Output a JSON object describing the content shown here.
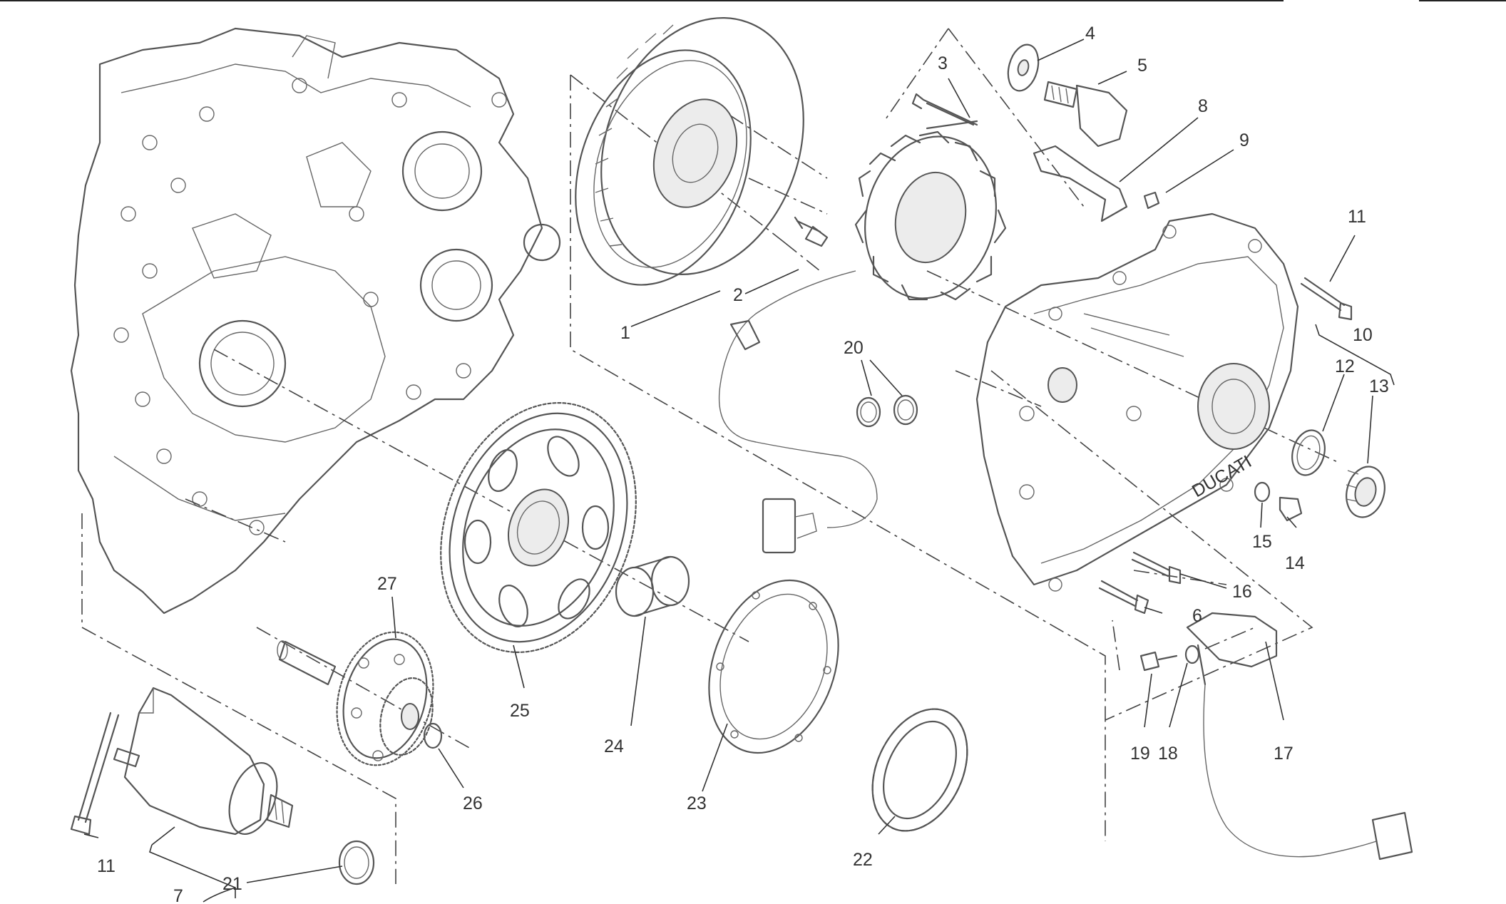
{
  "callouts": [
    {
      "id": "1",
      "label": "1"
    },
    {
      "id": "2",
      "label": "2"
    },
    {
      "id": "3",
      "label": "3"
    },
    {
      "id": "4",
      "label": "4"
    },
    {
      "id": "5",
      "label": "5"
    },
    {
      "id": "6",
      "label": "6"
    },
    {
      "id": "7",
      "label": "7"
    },
    {
      "id": "8",
      "label": "8"
    },
    {
      "id": "9",
      "label": "9"
    },
    {
      "id": "10",
      "label": "10"
    },
    {
      "id": "11a",
      "label": "11"
    },
    {
      "id": "11b",
      "label": "11"
    },
    {
      "id": "12",
      "label": "12"
    },
    {
      "id": "13",
      "label": "13"
    },
    {
      "id": "14",
      "label": "14"
    },
    {
      "id": "15",
      "label": "15"
    },
    {
      "id": "16",
      "label": "16"
    },
    {
      "id": "17",
      "label": "17"
    },
    {
      "id": "18",
      "label": "18"
    },
    {
      "id": "19",
      "label": "19"
    },
    {
      "id": "20",
      "label": "20"
    },
    {
      "id": "21",
      "label": "21"
    },
    {
      "id": "22",
      "label": "22"
    },
    {
      "id": "23",
      "label": "23"
    },
    {
      "id": "24",
      "label": "24"
    },
    {
      "id": "25",
      "label": "25"
    },
    {
      "id": "26",
      "label": "26"
    },
    {
      "id": "27",
      "label": "27"
    }
  ],
  "cover_logo": "DUCATI"
}
